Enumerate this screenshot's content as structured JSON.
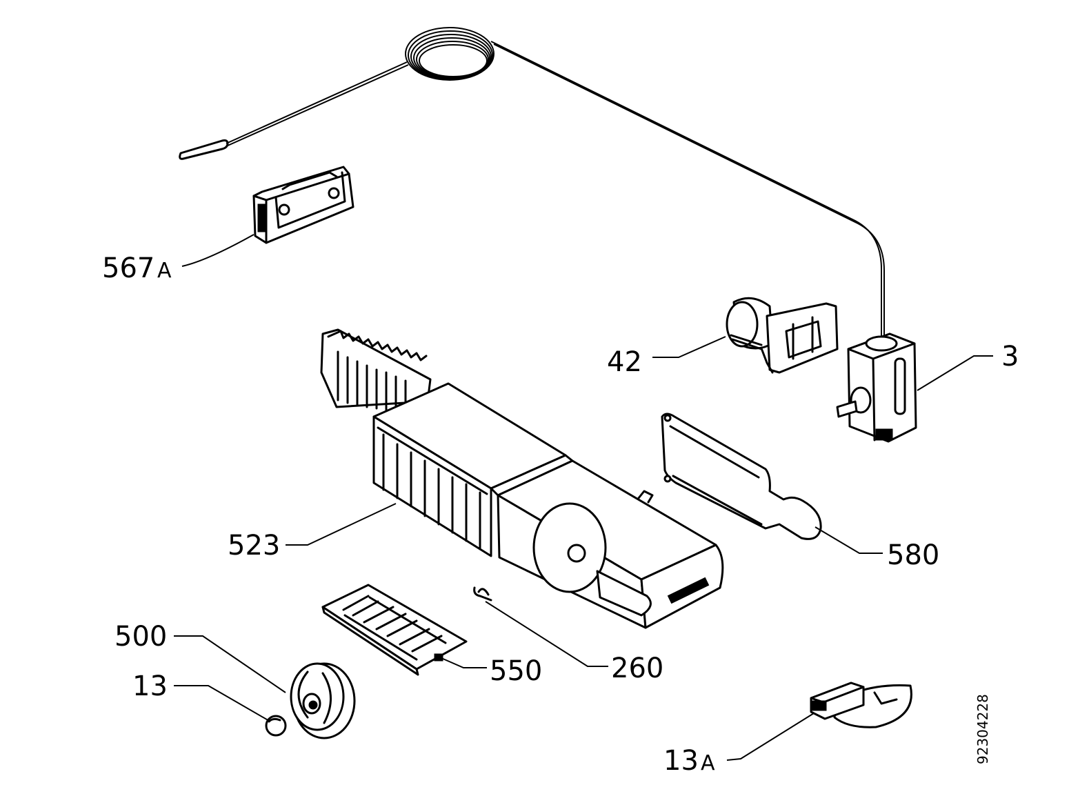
{
  "diagram": {
    "labels": {
      "l567": "567",
      "l567_suffix": "A",
      "l42": "42",
      "l3": "3",
      "l523": "523",
      "l580": "580",
      "l500": "500",
      "l13": "13",
      "l550": "550",
      "l260": "260",
      "l13a": "13",
      "l13a_suffix": "A"
    },
    "document_number": "92304228"
  }
}
